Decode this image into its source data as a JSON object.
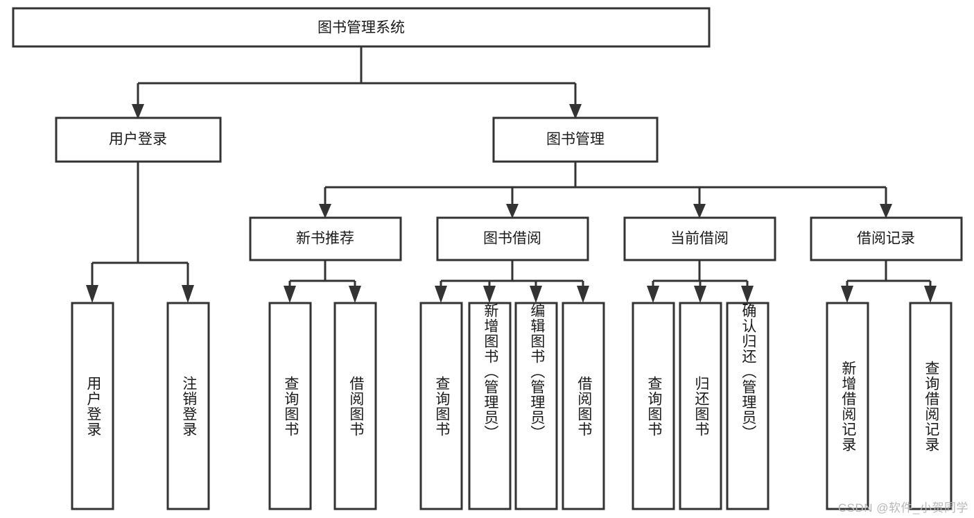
{
  "diagram": {
    "title": "图书管理系统",
    "type": "hierarchy-tree",
    "colors": {
      "background": "#ffffff",
      "box_fill": "#ffffff",
      "stroke": "#333333",
      "text": "#1a1a1a",
      "watermark": "#b8b8b8"
    },
    "root": {
      "label": "图书管理系统"
    },
    "level2": [
      {
        "label": "用户登录"
      },
      {
        "label": "图书管理"
      }
    ],
    "level3": [
      {
        "label": "新书推荐"
      },
      {
        "label": "图书借阅"
      },
      {
        "label": "当前借阅"
      },
      {
        "label": "借阅记录"
      }
    ],
    "leaves": {
      "user_login": [
        {
          "label": "用户登录"
        },
        {
          "label": "注销登录"
        }
      ],
      "new_book_recommend": [
        {
          "label": "查询图书"
        },
        {
          "label": "借阅图书"
        }
      ],
      "book_borrow": [
        {
          "label": "查询图书"
        },
        {
          "label": "新增图书（管理员）"
        },
        {
          "label": "编辑图书（管理员）"
        },
        {
          "label": "借阅图书"
        }
      ],
      "current_borrow": [
        {
          "label": "查询图书"
        },
        {
          "label": "归还图书"
        },
        {
          "label": "确认归还（管理员）"
        }
      ],
      "borrow_record": [
        {
          "label": "新增借阅记录"
        },
        {
          "label": "查询借阅记录"
        }
      ]
    }
  },
  "watermark": {
    "text": "CSDN @软件_小贺同学"
  }
}
